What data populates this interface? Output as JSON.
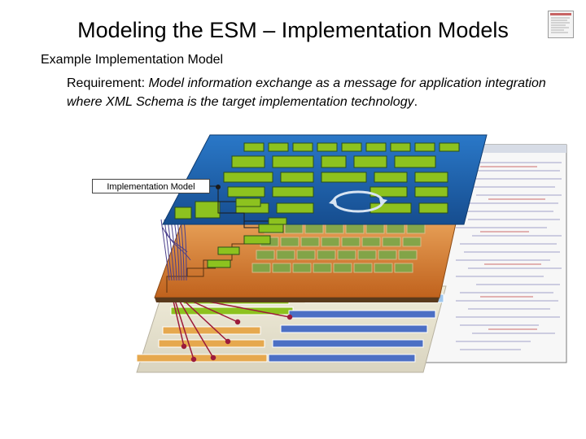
{
  "slide": {
    "title": "Modeling the ESM – Implementation Models",
    "subtitle": "Example Implementation Model",
    "requirement": {
      "prefix": "Requirement: ",
      "body": "Model information exchange as a message for application integration where XML Schema is the target implementation technology",
      "suffix": "."
    },
    "figure_label": "Implementation Model"
  },
  "colors": {
    "blue_layer": "#2f6fb5",
    "orange_layer": "#e08a3a",
    "block_green": "#8dc21f",
    "connector_purple": "#4a3f8c",
    "connector_red": "#9c1a3a"
  }
}
